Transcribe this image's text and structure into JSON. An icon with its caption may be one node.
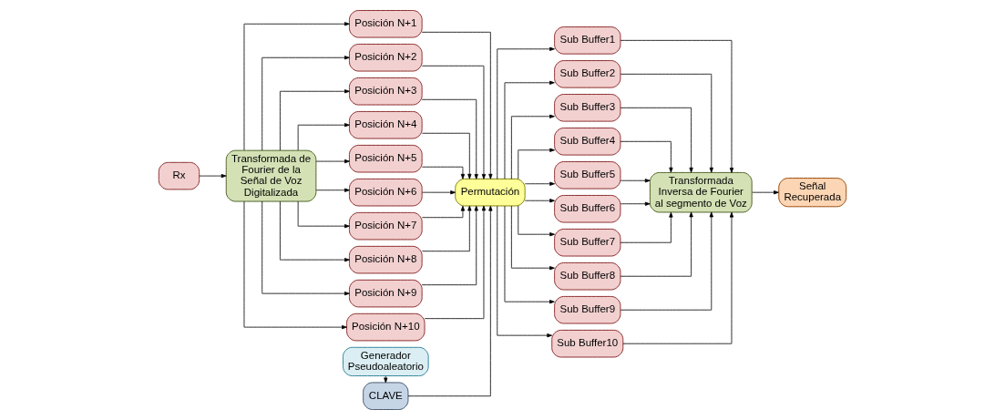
{
  "diagram": {
    "nodes": [
      {
        "text": [
          "Rx"
        ]
      },
      {
        "text": [
          "Transformada de Fourier de la Señal de Voz Digitalizada"
        ]
      },
      {
        "text": [
          "Posición N+1"
        ]
      },
      {
        "text": [
          "Posición N+2"
        ]
      },
      {
        "text": [
          "Posición N+3"
        ]
      },
      {
        "text": [
          "Posición N+4"
        ]
      },
      {
        "text": [
          "Posición N+5"
        ]
      },
      {
        "text": [
          "Posición N+6"
        ]
      },
      {
        "text": [
          "Posición N+7"
        ]
      },
      {
        "text": [
          "Posición N+8"
        ]
      },
      {
        "text": [
          "Posición N+9"
        ]
      },
      {
        "text": [
          "Posición N+10"
        ]
      },
      {
        "text": [
          "Generador Pseudoaleatorio"
        ]
      },
      {
        "text": [
          "CLAVE"
        ]
      },
      {
        "text": [
          "Permutación"
        ]
      },
      {
        "text": [
          "Sub Buffer1"
        ]
      },
      {
        "text": [
          "Sub Buffer2"
        ]
      },
      {
        "text": [
          "Sub Buffer3"
        ]
      },
      {
        "text": [
          "Sub Buffer4"
        ]
      },
      {
        "text": [
          "Sub Buffer5"
        ]
      },
      {
        "text": [
          "Sub Buffer6"
        ]
      },
      {
        "text": [
          "Sub Buffer7"
        ]
      },
      {
        "text": [
          "Sub Buffer8"
        ]
      },
      {
        "text": [
          "Sub Buffer9"
        ]
      },
      {
        "text": [
          "Sub Buffer10"
        ]
      },
      {
        "text": [
          "Transformada Inversa de Fourier al segmento de Voz"
        ]
      },
      {
        "text": [
          "Señal Recuperada"
        ]
      }
    ],
    "edges": [
      {
        "from": 0,
        "to": 1,
        "arrow": "to"
      },
      {
        "from": 1,
        "to": 2,
        "arrow": "to"
      },
      {
        "from": 1,
        "to": 3,
        "arrow": "to"
      },
      {
        "from": 1,
        "to": 4,
        "arrow": "to"
      },
      {
        "from": 1,
        "to": 5,
        "arrow": "to"
      },
      {
        "from": 1,
        "to": 6,
        "arrow": "to"
      },
      {
        "from": 1,
        "to": 7,
        "arrow": "to"
      },
      {
        "from": 1,
        "to": 8,
        "arrow": "to"
      },
      {
        "from": 1,
        "to": 9,
        "arrow": "to"
      },
      {
        "from": 1,
        "to": 10,
        "arrow": "to"
      },
      {
        "from": 1,
        "to": 11,
        "arrow": "to"
      },
      {
        "from": 2,
        "to": 14,
        "arrow": "to"
      },
      {
        "from": 3,
        "to": 14,
        "arrow": "to"
      },
      {
        "from": 4,
        "to": 14,
        "arrow": "to"
      },
      {
        "from": 5,
        "to": 14,
        "arrow": "to"
      },
      {
        "from": 6,
        "to": 14,
        "arrow": "to"
      },
      {
        "from": 7,
        "to": 14,
        "arrow": "to"
      },
      {
        "from": 8,
        "to": 14,
        "arrow": "to"
      },
      {
        "from": 9,
        "to": 14,
        "arrow": "to"
      },
      {
        "from": 10,
        "to": 14,
        "arrow": "to"
      },
      {
        "from": 11,
        "to": 14,
        "arrow": "to"
      },
      {
        "from": 12,
        "to": 13,
        "arrow": "to"
      },
      {
        "from": 13,
        "to": 14,
        "arrow": "to"
      },
      {
        "from": 14,
        "to": 15,
        "arrow": "to"
      },
      {
        "from": 14,
        "to": 16,
        "arrow": "to"
      },
      {
        "from": 14,
        "to": 17,
        "arrow": "to"
      },
      {
        "from": 14,
        "to": 18,
        "arrow": "to"
      },
      {
        "from": 14,
        "to": 19,
        "arrow": "to"
      },
      {
        "from": 14,
        "to": 20,
        "arrow": "to"
      },
      {
        "from": 14,
        "to": 21,
        "arrow": "to"
      },
      {
        "from": 14,
        "to": 22,
        "arrow": "to"
      },
      {
        "from": 14,
        "to": 23,
        "arrow": "to"
      },
      {
        "from": 14,
        "to": 24,
        "arrow": "to"
      },
      {
        "from": 15,
        "to": 25,
        "arrow": "to"
      },
      {
        "from": 16,
        "to": 25,
        "arrow": "to"
      },
      {
        "from": 17,
        "to": 25,
        "arrow": "to"
      },
      {
        "from": 18,
        "to": 25,
        "arrow": "to"
      },
      {
        "from": 19,
        "to": 25,
        "arrow": "to"
      },
      {
        "from": 20,
        "to": 25,
        "arrow": "to"
      },
      {
        "from": 21,
        "to": 25,
        "arrow": "to"
      },
      {
        "from": 22,
        "to": 25,
        "arrow": "to"
      },
      {
        "from": 23,
        "to": 25,
        "arrow": "to"
      },
      {
        "from": 24,
        "to": 25,
        "arrow": "to"
      },
      {
        "from": 25,
        "to": 26,
        "arrow": "to"
      }
    ]
  }
}
